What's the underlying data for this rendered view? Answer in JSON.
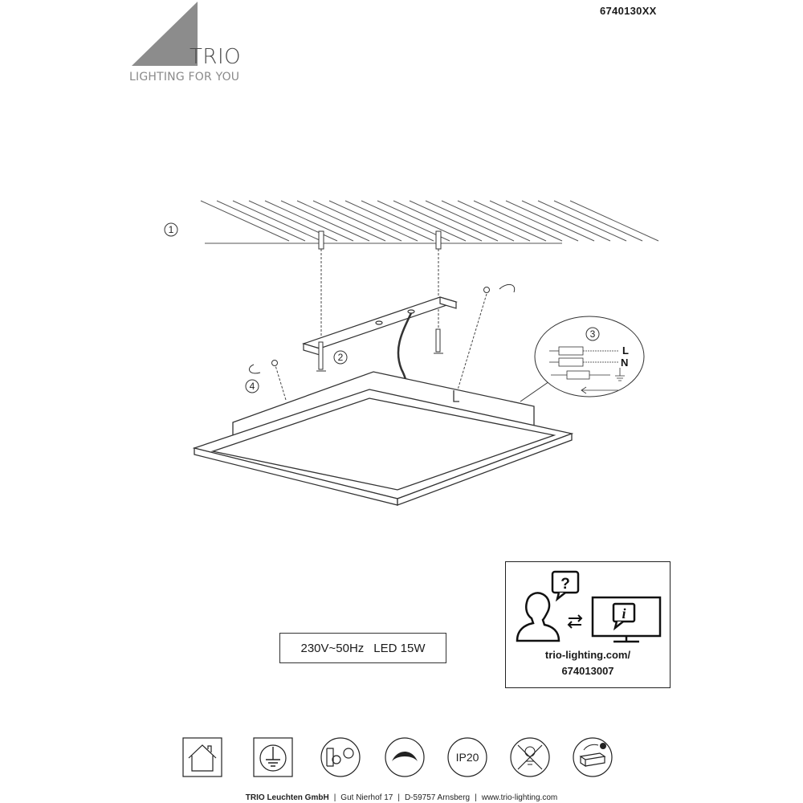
{
  "header": {
    "product_code": "6740130XX",
    "brand": "TRIO",
    "tagline": "LIGHTING FOR YOU"
  },
  "diagram": {
    "steps": [
      "1",
      "2",
      "3",
      "4"
    ],
    "wiring_labels": [
      "L",
      "N"
    ]
  },
  "spec": {
    "voltage": "230V~50Hz",
    "led": "LED 15W"
  },
  "info": {
    "url_line1": "trio-lighting.com/",
    "url_line2": "674013007",
    "question_glyph": "?",
    "info_glyph": "i"
  },
  "symbols": {
    "ip_rating": "IP20",
    "items": [
      "indoor-use-icon",
      "protection-class-i-icon",
      "bulb-type-icon",
      "dimmable-icon",
      "ip20-icon",
      "no-dimmer-icon",
      "driver-icon"
    ]
  },
  "footer": {
    "company": "TRIO Leuchten GmbH",
    "street": "Gut Nierhof 17",
    "city": "D-59757 Arnsberg",
    "website": "www.trio-lighting.com"
  }
}
